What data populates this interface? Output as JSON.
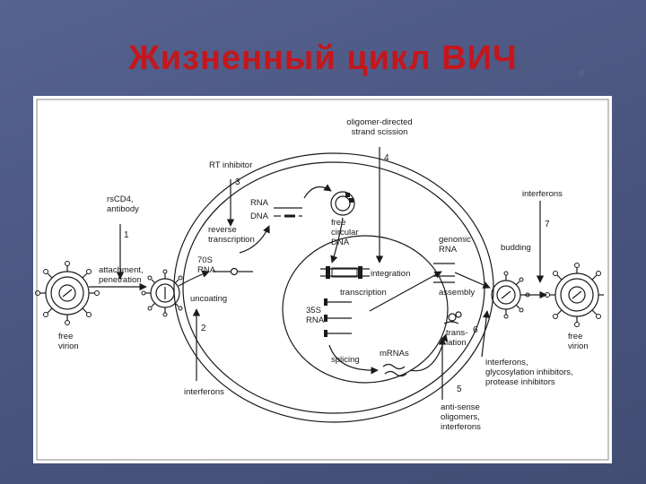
{
  "title": "Жизненный цикл ВИЧ",
  "labels": {
    "oligomer": [
      "oligomer-directed",
      "strand scission"
    ],
    "step4": "4",
    "rt_inhibitor": "RT inhibitor",
    "step3": "3",
    "rna": "RNA",
    "dna": "DNA",
    "free_circular_dna": [
      "free",
      "circular",
      "DNA"
    ],
    "rscd4": [
      "rsCD4,",
      "antibody"
    ],
    "step1": "1",
    "reverse_transcription": [
      "reverse",
      "transcription"
    ],
    "rna70s": [
      "70S",
      "RNA"
    ],
    "attachment": [
      "attachment,",
      "penetration"
    ],
    "uncoating": "uncoating",
    "step2": "2",
    "interferons_left": "interferons",
    "free_virion_left": [
      "free",
      "virion"
    ],
    "integration": "integration",
    "transcription": "transcription",
    "rna35s": [
      "35S",
      "RNA"
    ],
    "splicing": "splicing",
    "mrnas": "mRNAs",
    "genomic_rna": [
      "genomic",
      "RNA"
    ],
    "assembly": "assembly",
    "translation": [
      "trans-",
      "lation"
    ],
    "step6": "6",
    "step5": "5",
    "antisense": [
      "anti-sense",
      "oligomers,",
      "interferons"
    ],
    "inhibitors": [
      "interferons,",
      "glycosylation inhibitors,",
      "protease inhibitors"
    ],
    "interferons_top": "interferons",
    "step7": "7",
    "budding": "budding",
    "free_virion_right": [
      "free",
      "virion"
    ]
  }
}
